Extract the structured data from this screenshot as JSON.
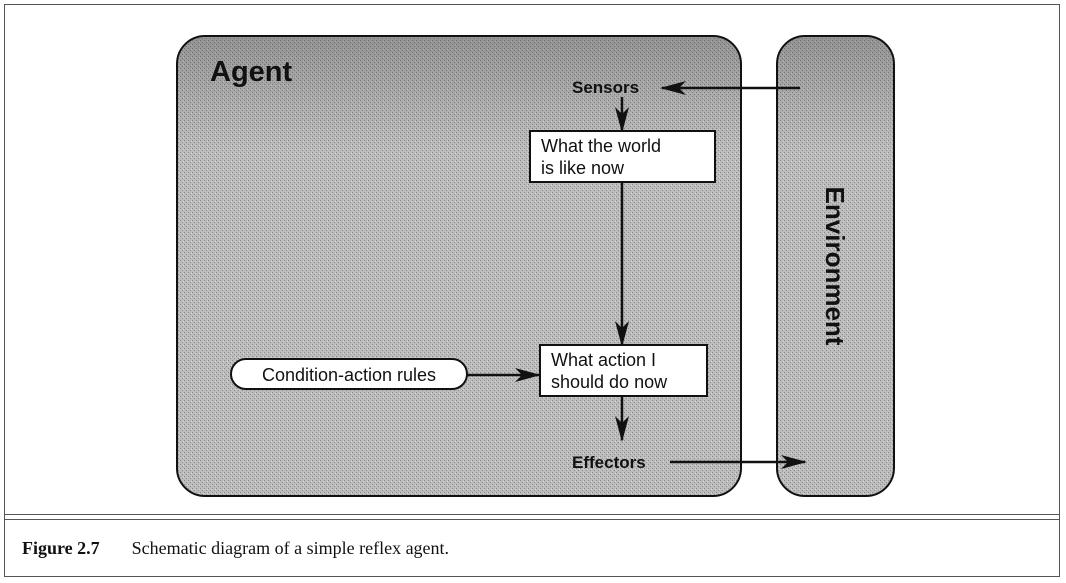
{
  "diagram": {
    "agent_label": "Agent",
    "environment_label": "Environment",
    "sensors_label": "Sensors",
    "effectors_label": "Effectors",
    "percept_box": {
      "line1": "What the world",
      "line2": "is like now"
    },
    "action_box": {
      "line1": "What action I",
      "line2": "should do now"
    },
    "rules_label": "Condition-action rules",
    "colors": {
      "region_fill": "#b9b9b9",
      "outline": "#111111",
      "box_fill": "#ffffff"
    }
  },
  "caption": {
    "label": "Figure 2.7",
    "text": "Schematic diagram of a simple reflex agent."
  }
}
